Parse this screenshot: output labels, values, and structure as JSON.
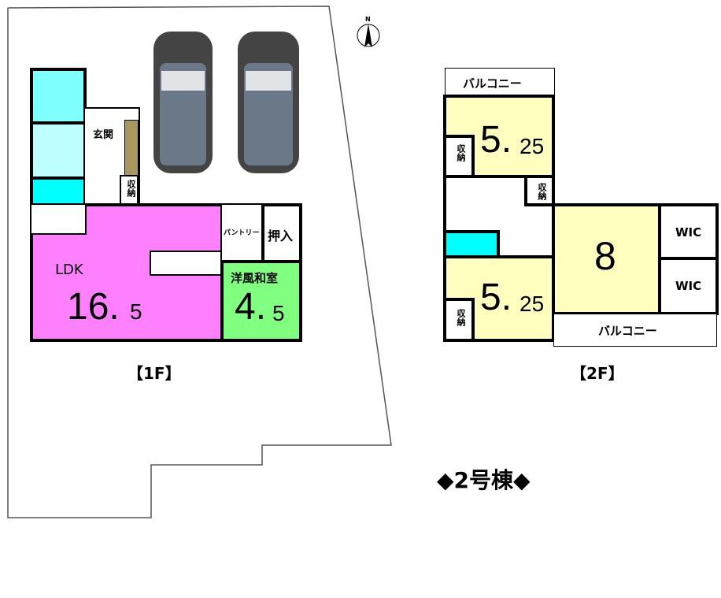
{
  "floor1": {
    "label": "【1F】",
    "entrance": "玄関",
    "storage": "収納",
    "ldk_label": "LDK",
    "ldk_size_int": "16.",
    "ldk_size_dec": "5",
    "pantry": "パントリー",
    "closet": "押入",
    "washitsu_label": "洋風和室",
    "washitsu_size_int": "4.",
    "washitsu_size_dec": "5"
  },
  "floor2": {
    "label": "【2F】",
    "balcony_top": "バルコニー",
    "balcony_bottom": "バルコニー",
    "room_top_int": "5.",
    "room_top_dec": "25",
    "room_bottom_int": "5.",
    "room_bottom_dec": "25",
    "master_size": "8",
    "storage": "収納",
    "wic1": "WIC",
    "wic2": "WIC"
  },
  "building_title": "◆2号棟◆",
  "north_label": "N",
  "colors": {
    "ldk": "#ff80ff",
    "washitsu": "#80ff80",
    "bedroom": "#ffffc0",
    "bath": "#80ffff",
    "wash": "#c0ffff",
    "toilet": "#00ffff",
    "shoebox": "#a89860",
    "car": "#6a7888"
  }
}
